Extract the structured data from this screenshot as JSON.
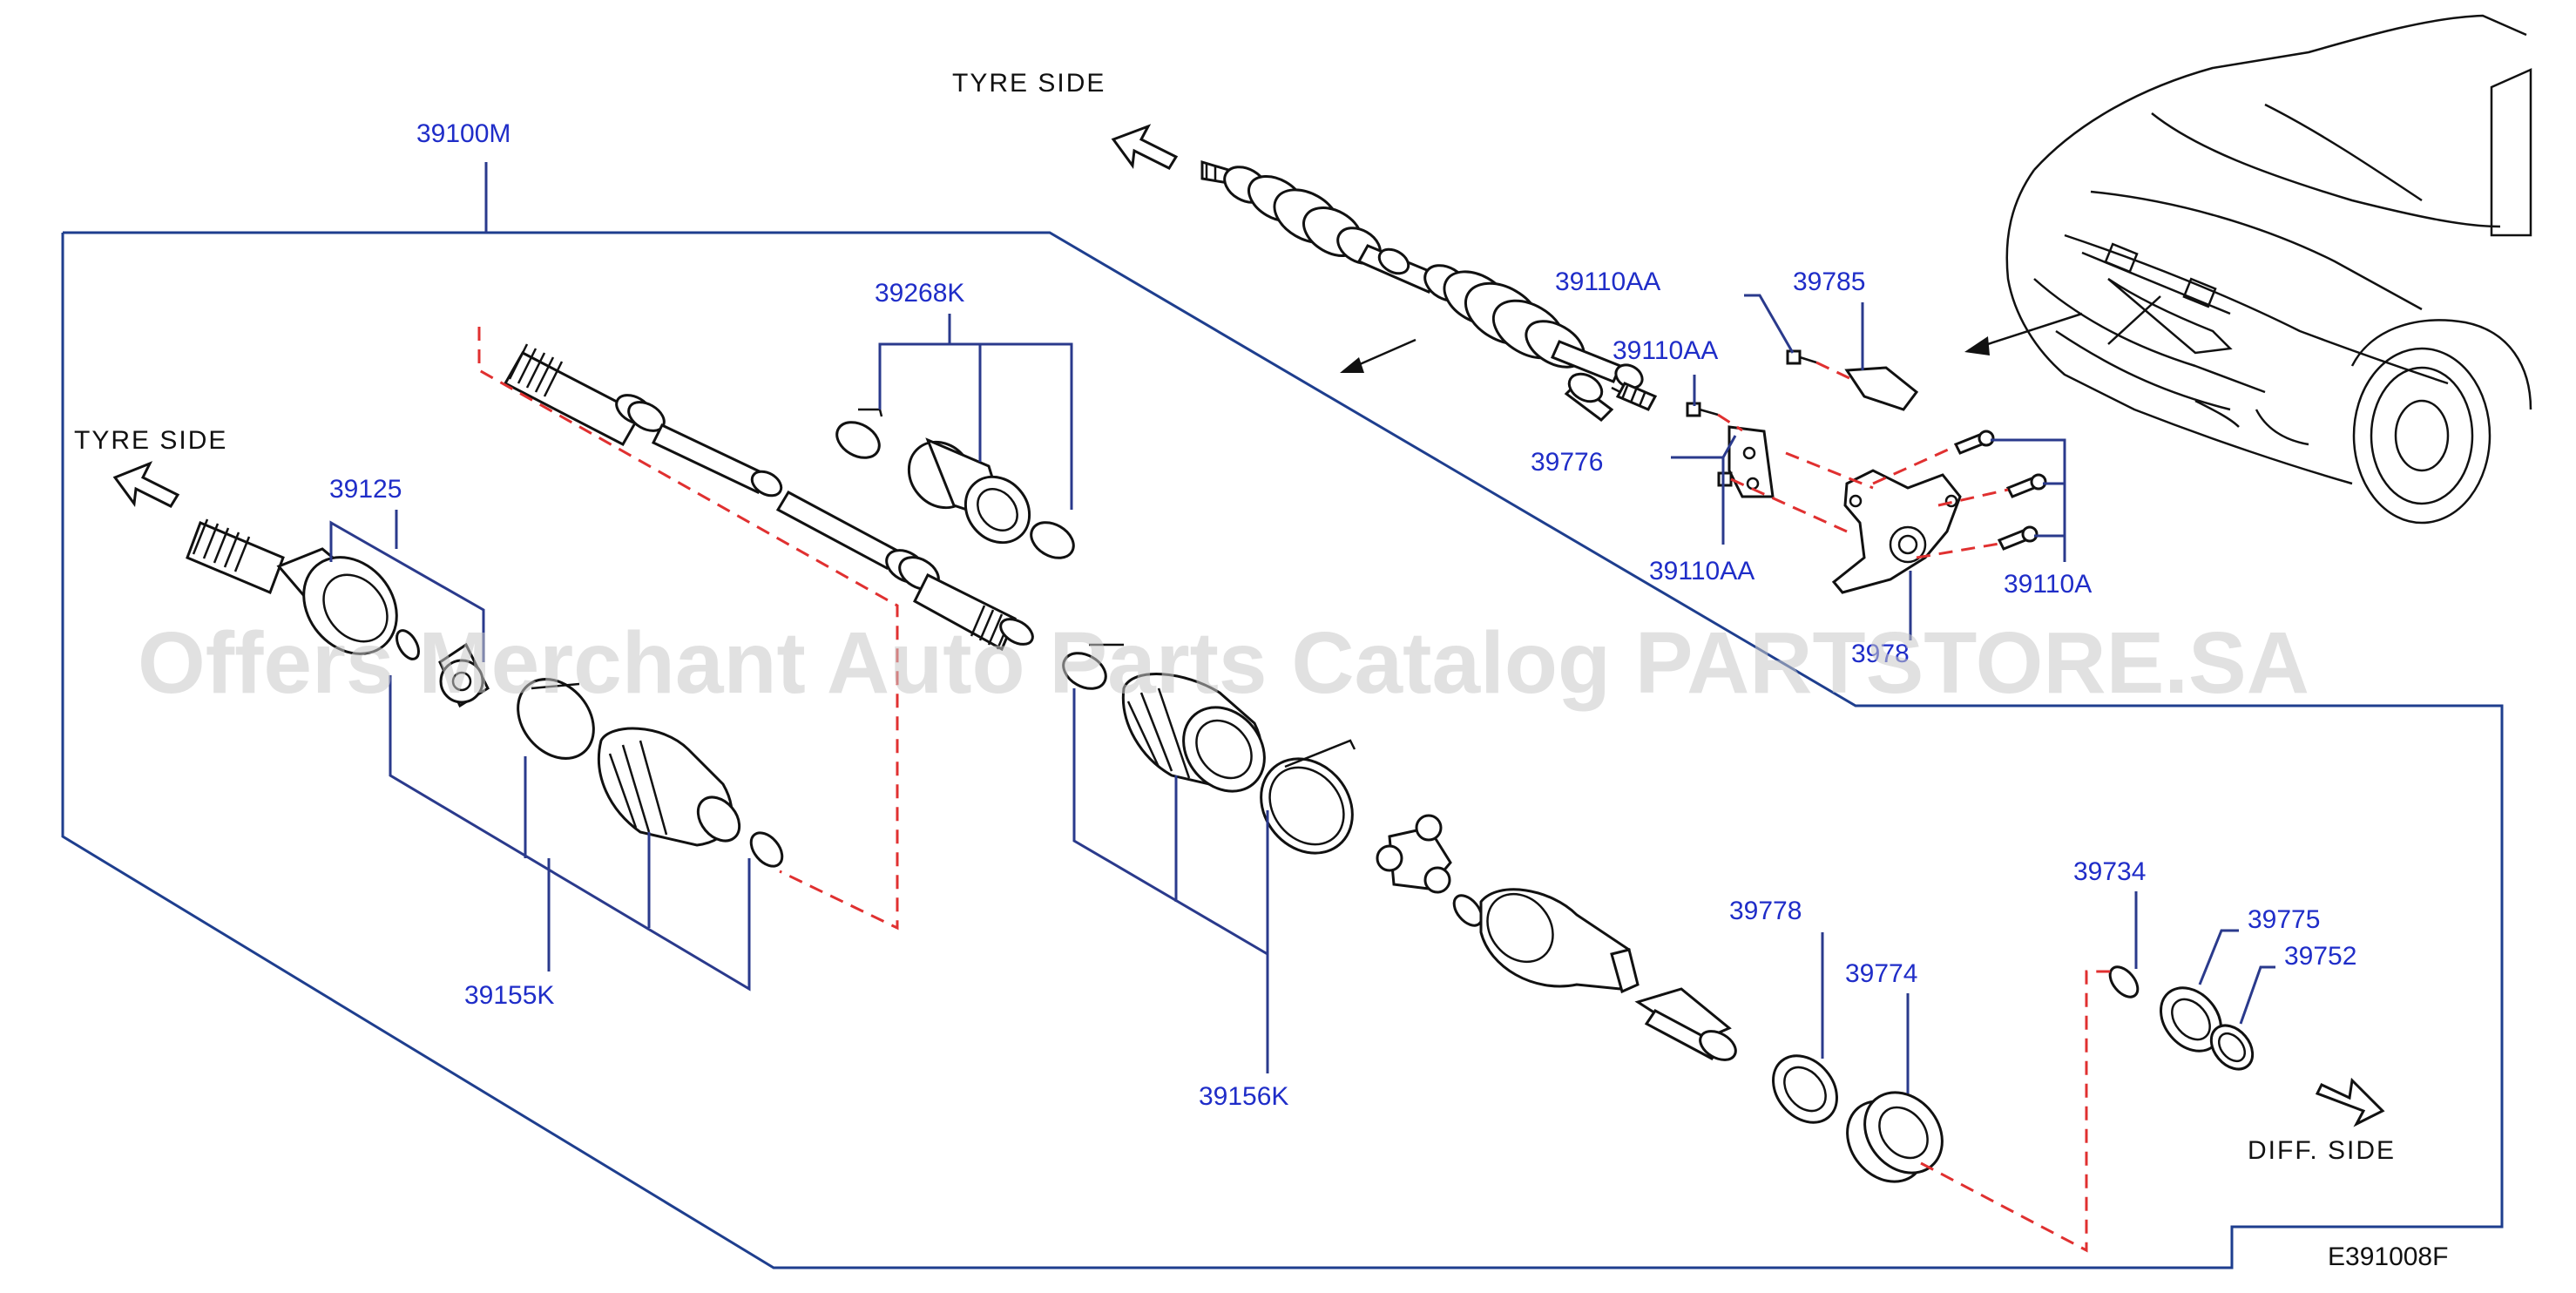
{
  "watermark": "Offers Merchant Auto Parts Catalog PARTSTORE.SA",
  "diagram_code": "E391008F",
  "direction_labels": {
    "tyre_side_top": "TYRE SIDE",
    "tyre_side_left": "TYRE SIDE",
    "diff_side": "DIFF. SIDE"
  },
  "part_labels": {
    "p39100M": "39100M",
    "p39268K": "39268K",
    "p39125": "39125",
    "p39155K": "39155K",
    "p39156K": "39156K",
    "p39110AA_a": "39110AA",
    "p39110AA_b": "39110AA",
    "p39110AA_c": "39110AA",
    "p39785": "39785",
    "p39776": "39776",
    "p39110A": "39110A",
    "p3978x": "3978",
    "p39778": "39778",
    "p39774": "39774",
    "p39734": "39734",
    "p39775": "39775",
    "p39752": "39752"
  }
}
